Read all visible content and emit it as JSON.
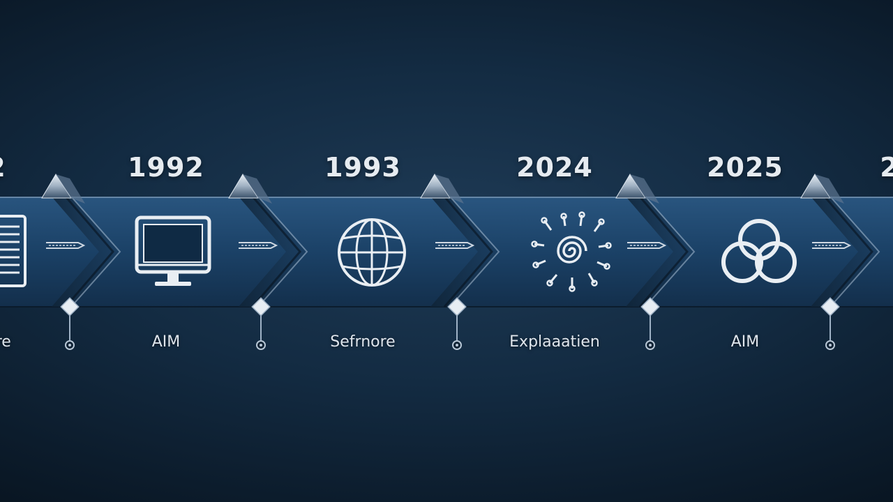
{
  "timeline": {
    "items": [
      {
        "year": "2",
        "icon": "document-list-icon",
        "label": "iare"
      },
      {
        "year": "1992",
        "icon": "monitor-icon",
        "label": "AIM"
      },
      {
        "year": "1993",
        "icon": "globe-icon",
        "label": "Sefrnore"
      },
      {
        "year": "2024",
        "icon": "ai-brain-circuit-icon",
        "label": "Explaaatien"
      },
      {
        "year": "2025",
        "icon": "interlocking-rings-icon",
        "label": "AIM"
      },
      {
        "year": "2",
        "icon": "",
        "label": ""
      }
    ]
  },
  "colors": {
    "background": "#132b42",
    "band": "#1a3f62",
    "accent_line": "#6f8aa6",
    "text": "#e6ebf0"
  }
}
